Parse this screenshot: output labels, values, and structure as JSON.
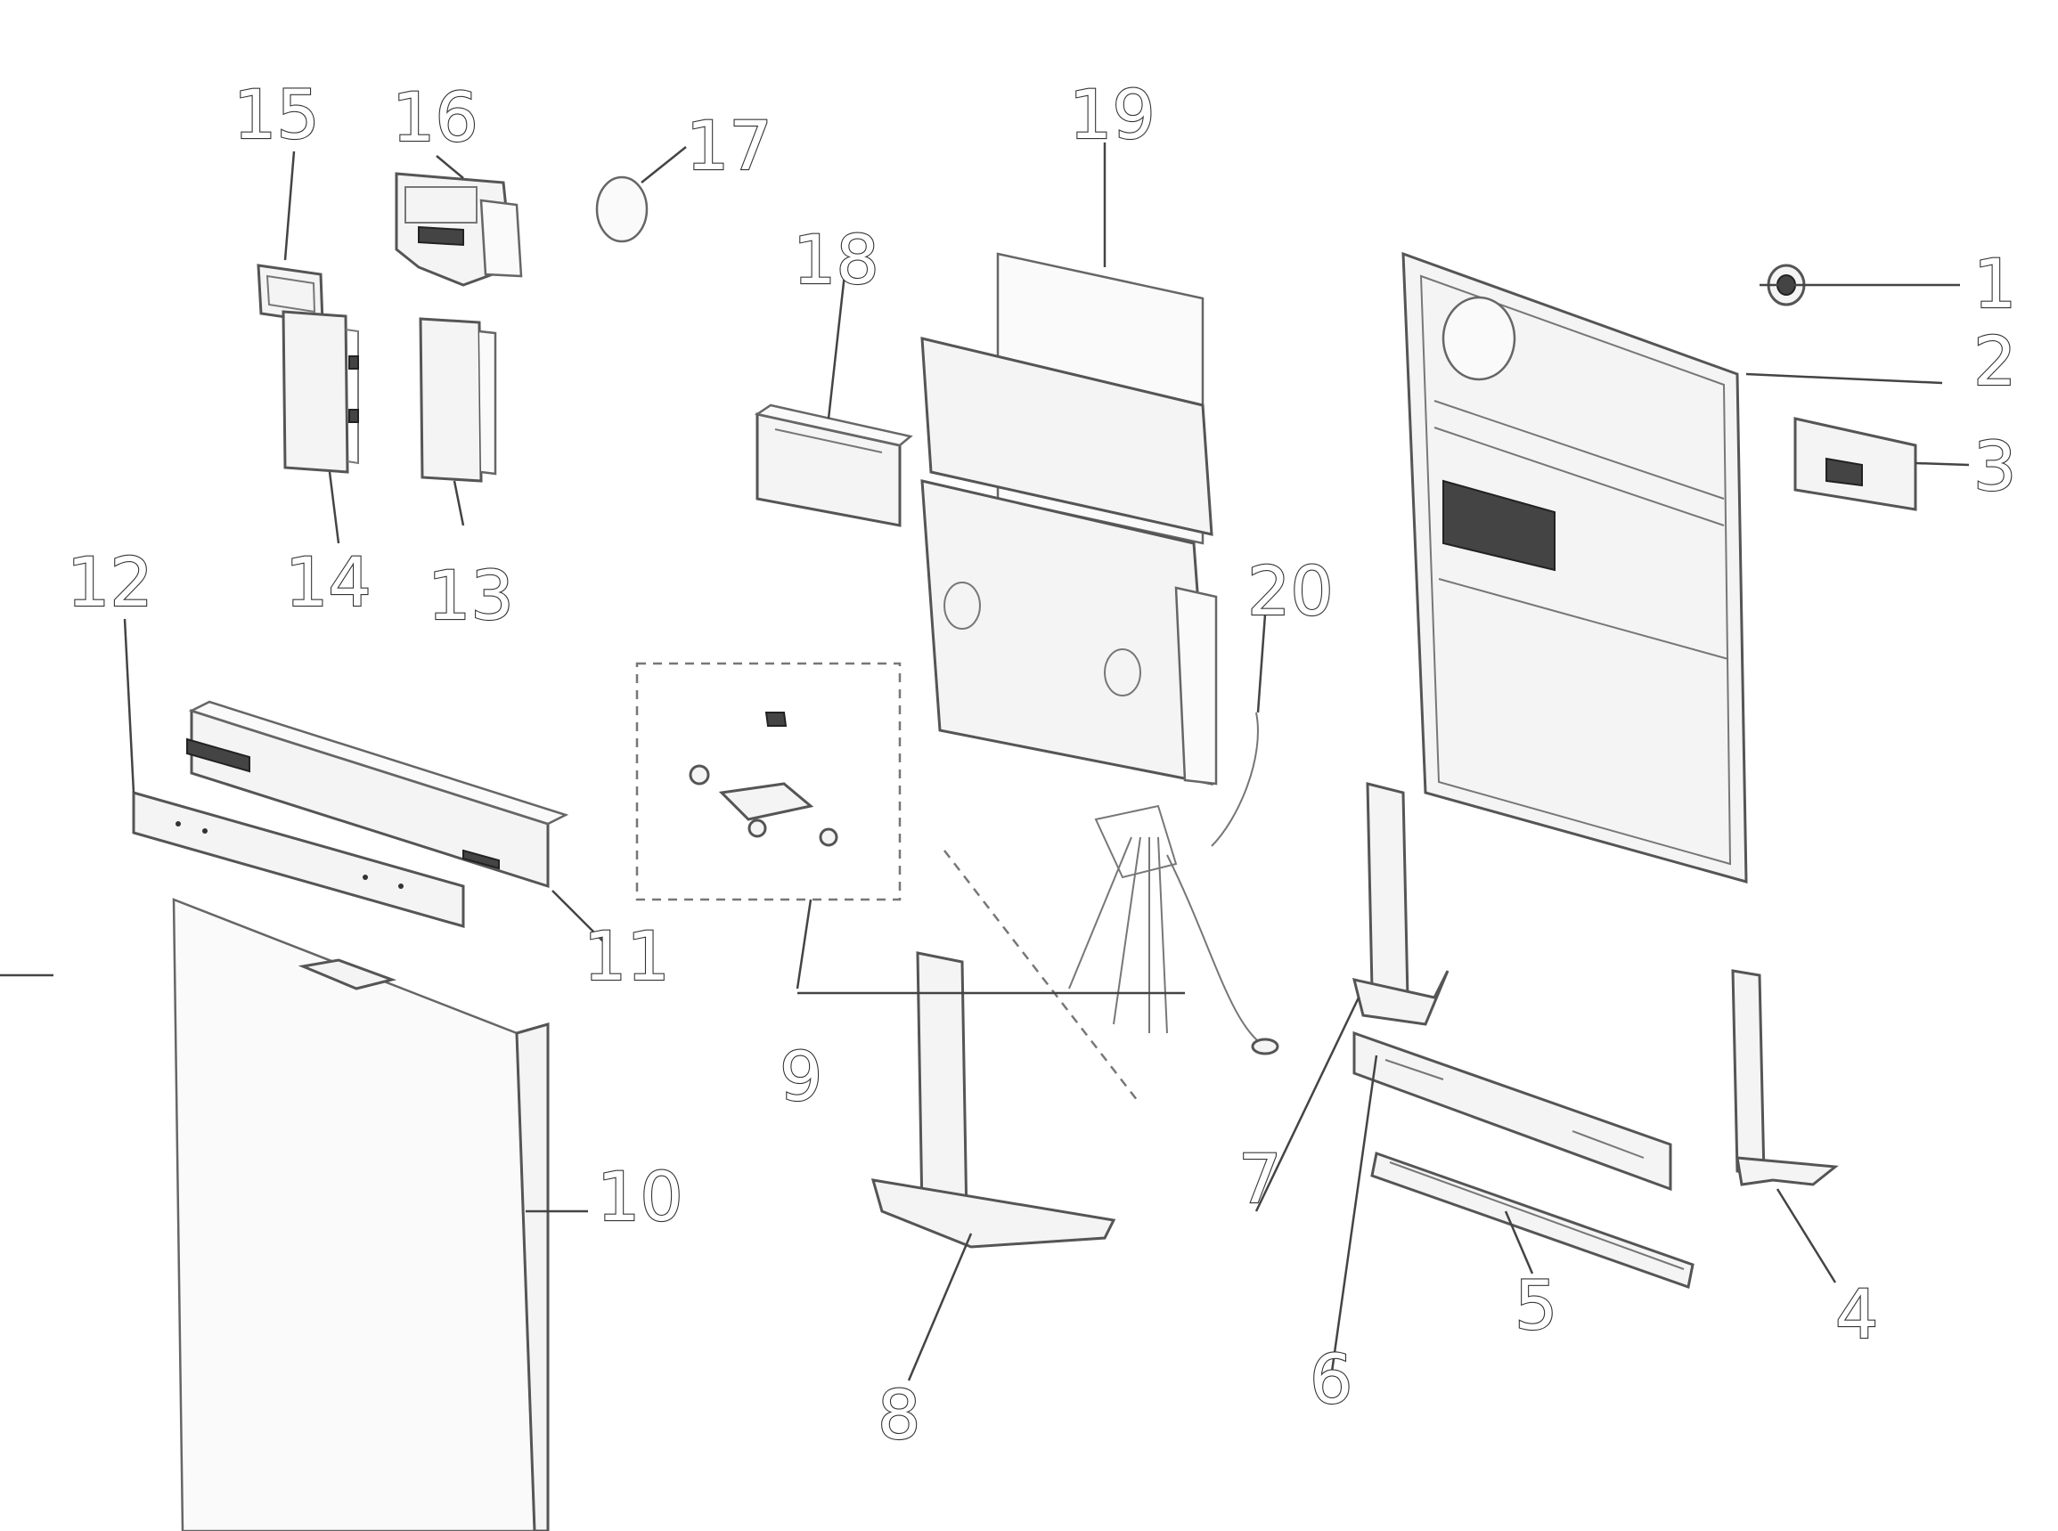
{
  "diagram": {
    "type": "exploded-parts-diagram",
    "callouts": [
      {
        "id": "callout-1",
        "label": "1"
      },
      {
        "id": "callout-2",
        "label": "2"
      },
      {
        "id": "callout-3",
        "label": "3"
      },
      {
        "id": "callout-4",
        "label": "4"
      },
      {
        "id": "callout-5",
        "label": "5"
      },
      {
        "id": "callout-6",
        "label": "6"
      },
      {
        "id": "callout-7",
        "label": "7"
      },
      {
        "id": "callout-8",
        "label": "8"
      },
      {
        "id": "callout-9",
        "label": "9"
      },
      {
        "id": "callout-10",
        "label": "10"
      },
      {
        "id": "callout-11",
        "label": "11"
      },
      {
        "id": "callout-12",
        "label": "12"
      },
      {
        "id": "callout-13",
        "label": "13"
      },
      {
        "id": "callout-14",
        "label": "14"
      },
      {
        "id": "callout-15",
        "label": "15"
      },
      {
        "id": "callout-16",
        "label": "16"
      },
      {
        "id": "callout-17",
        "label": "17"
      },
      {
        "id": "callout-18",
        "label": "18"
      },
      {
        "id": "callout-19",
        "label": "19"
      },
      {
        "id": "callout-20",
        "label": "20"
      }
    ]
  }
}
